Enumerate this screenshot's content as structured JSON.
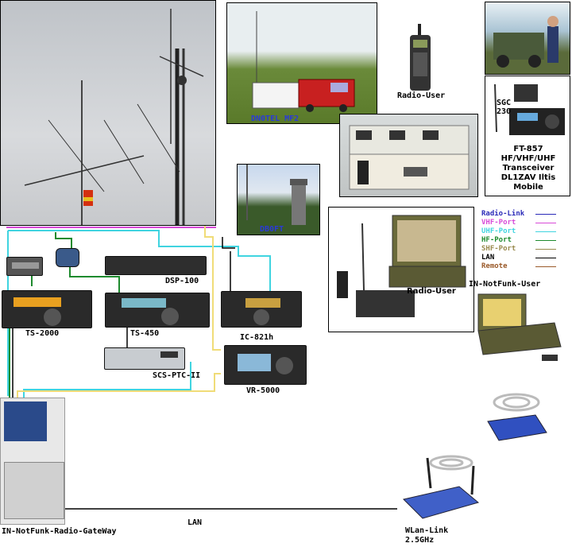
{
  "labels": {
    "ts2000": "TS-2000",
    "ts450": "TS-450",
    "dsp100": "DSP-100",
    "ic821h": "IC-821h",
    "scs": "SCS-PTC-II",
    "vr5000": "VR-5000",
    "dn0tel": "DN0TEL MF2",
    "db0ft": "DB0FT",
    "radio_user_top": "Radio-User",
    "radio_user_mid": "Radio-User",
    "sgc": "SGC\n230",
    "ft857": "FT-857\nHF/VHF/UHF\nTransceiver\nDL1ZAV Iltis\nMobile",
    "notfunk_user": "IN-NotFunk-User",
    "gateway": "IN-NotFunk-Radio-GateWay",
    "lan": "LAN",
    "wlan": "WLan-Link\n2.5GHz"
  },
  "legend": [
    {
      "name": "Radio-Link",
      "color": "#2a2ab8"
    },
    {
      "name": "VHF-Port",
      "color": "#d84bd8"
    },
    {
      "name": "UHF-Port",
      "color": "#40d4e0"
    },
    {
      "name": "HF-Port",
      "color": "#1e8a2e"
    },
    {
      "name": "SHF-Port",
      "color": "#9a8a4e"
    },
    {
      "name": "LAN",
      "color": "#000000"
    },
    {
      "name": "Remote",
      "color": "#9a5a2a"
    }
  ],
  "colors": {
    "vhf": "#d84bd8",
    "uhf": "#40d4e0",
    "hf": "#1e8a2e",
    "lan": "#000000",
    "yellow": "#f0dc78",
    "radio_link": "#2a2ab8"
  }
}
